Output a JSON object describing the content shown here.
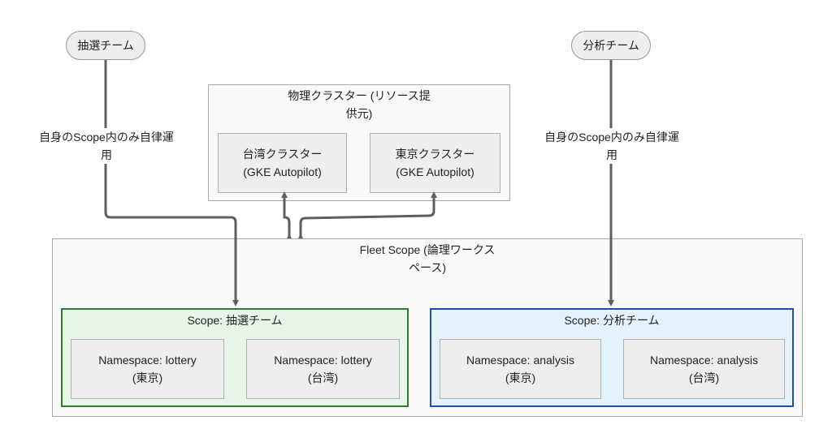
{
  "teams": {
    "lottery": {
      "label": "抽選チーム"
    },
    "analysis": {
      "label": "分析チーム"
    }
  },
  "edge_labels": {
    "lottery": [
      "自身のScope内のみ自律運",
      "用"
    ],
    "analysis": [
      "自身のScope内のみ自律運",
      "用"
    ]
  },
  "physical_clusters": {
    "title": [
      "物理クラスター (リソース提",
      "供元)"
    ],
    "taiwan": {
      "line1": "台湾クラスター",
      "line2": "(GKE Autopilot)"
    },
    "tokyo": {
      "line1": "東京クラスター",
      "line2": "(GKE Autopilot)"
    }
  },
  "fleet_scope": {
    "title": [
      "Fleet Scope (論理ワークス",
      "ペース)"
    ],
    "scopes": [
      {
        "title": "Scope: 抽選チーム",
        "color": "#2e7d32",
        "fill": "#e8f5e9",
        "namespaces": [
          {
            "line1": "Namespace: lottery",
            "line2": "(東京)"
          },
          {
            "line1": "Namespace: lottery",
            "line2": "(台湾)"
          }
        ]
      },
      {
        "title": "Scope: 分析チーム",
        "color": "#1e4fa8",
        "fill": "#e3f2fd",
        "namespaces": [
          {
            "line1": "Namespace: analysis",
            "line2": "(東京)"
          },
          {
            "line1": "Namespace: analysis",
            "line2": "(台湾)"
          }
        ]
      }
    ]
  },
  "colors": {
    "edge": "#5f5f5f",
    "node_fill": "#eeeeee",
    "container_border": "#a8a8a8"
  }
}
